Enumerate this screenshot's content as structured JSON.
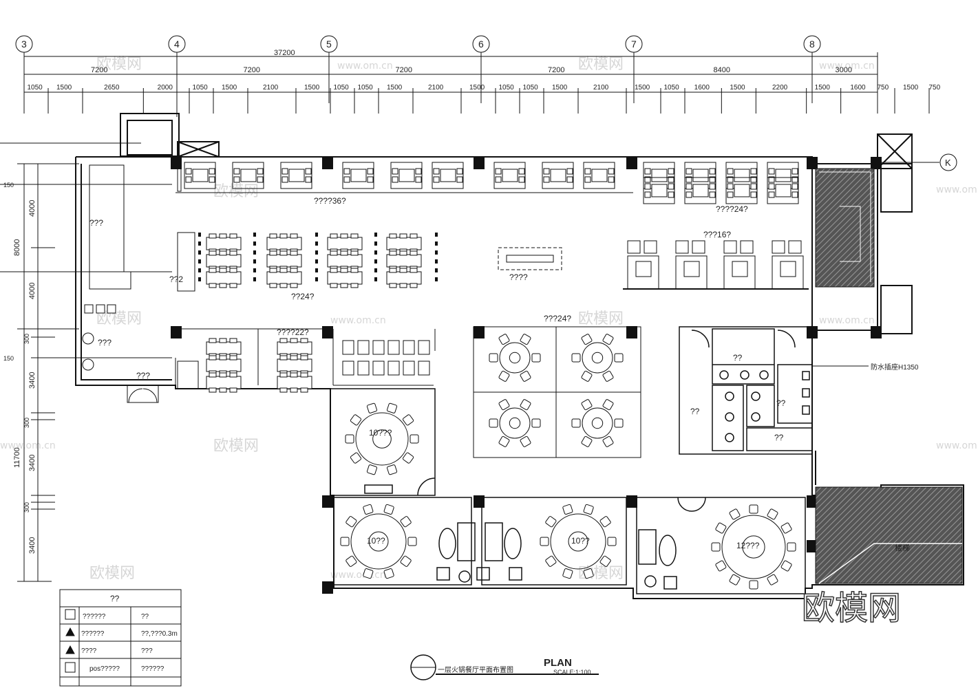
{
  "grid_axes": [
    "3",
    "4",
    "5",
    "6",
    "7",
    "8"
  ],
  "row_axis": "K",
  "overall_dimension": "37200",
  "bay_dimensions": [
    "7200",
    "7200",
    "7200",
    "7200",
    "8400",
    "3000"
  ],
  "sub_dimensions": [
    "1050",
    "1500",
    "2650",
    "2000",
    "1050",
    "1500",
    "2100",
    "1500",
    "1050",
    "1050",
    "1500",
    "2100",
    "1500",
    "1050",
    "1050",
    "1500",
    "2100",
    "1500",
    "1050",
    "1600",
    "1500",
    "2200",
    "1500",
    "1600",
    "750",
    "1500",
    "750"
  ],
  "left_dimensions": {
    "outer": [
      "8000",
      "11700"
    ],
    "inner": [
      "4000",
      "4000",
      "300",
      "3400",
      "300",
      "3400",
      "300",
      "3400"
    ],
    "small": [
      "150",
      "150"
    ]
  },
  "room_labels": {
    "booths_top": "????36?",
    "booths_top_right": "????24?",
    "right_tables": "???16?",
    "center_tables": "??24?",
    "island": "????",
    "bar": "???",
    "service": "??2",
    "cashier": "???",
    "entry": "???",
    "left_room": "????22?",
    "round_tables": "???24?",
    "private_1": "10???",
    "private_2": "10??",
    "private_3": "10??",
    "private_4": "12???",
    "wc_top": "??",
    "wc_left": "??",
    "wc_right": "??",
    "wc_bottom": "??",
    "stair_hatch": "楼梯"
  },
  "note": "防水插座H1350",
  "legend": {
    "title": "??",
    "rows": [
      {
        "name": "??????",
        "value": "??"
      },
      {
        "name": "??????",
        "value": "??,???0.3m"
      },
      {
        "name": "????",
        "value": "???"
      },
      {
        "name": "pos?????",
        "value": "??????"
      }
    ]
  },
  "title_block": {
    "drawing_name": "一层火锅餐厅平面布置图",
    "plan": "PLAN",
    "scale": "SCALE:1:100"
  },
  "watermarks": [
    "欧模网",
    "www.om.cn"
  ],
  "brand_watermark": "欧模网"
}
